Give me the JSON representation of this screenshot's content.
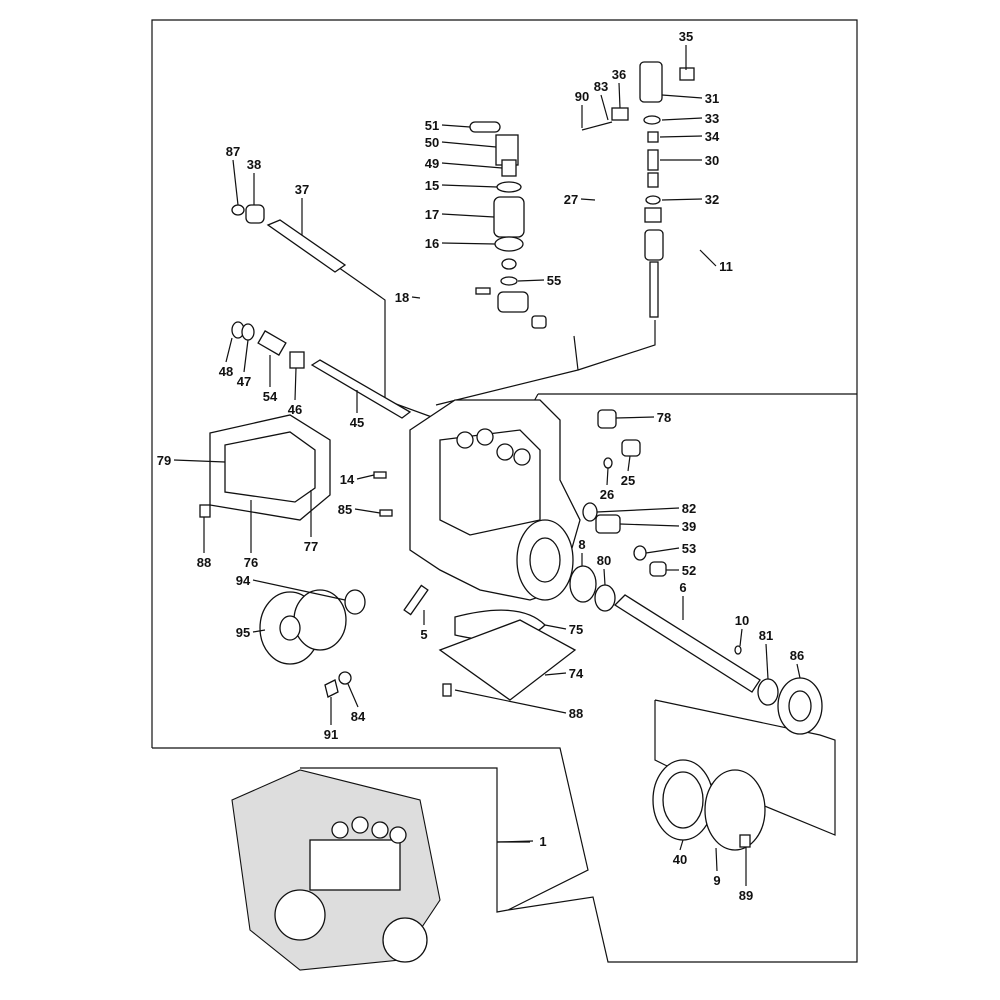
{
  "diagram": {
    "type": "exploded-parts-diagram",
    "callouts": [
      "35",
      "36",
      "90",
      "83",
      "31",
      "33",
      "34",
      "30",
      "27",
      "32",
      "11",
      "51",
      "50",
      "49",
      "15",
      "17",
      "16",
      "55",
      "18",
      "87",
      "38",
      "37",
      "48",
      "47",
      "54",
      "46",
      "45",
      "78",
      "79",
      "14",
      "26",
      "25",
      "85",
      "82",
      "39",
      "88",
      "76",
      "77",
      "8",
      "53",
      "80",
      "52",
      "94",
      "6",
      "95",
      "5",
      "75",
      "10",
      "81",
      "86",
      "74",
      "91",
      "84",
      "88",
      "1",
      "40",
      "9",
      "89"
    ]
  }
}
